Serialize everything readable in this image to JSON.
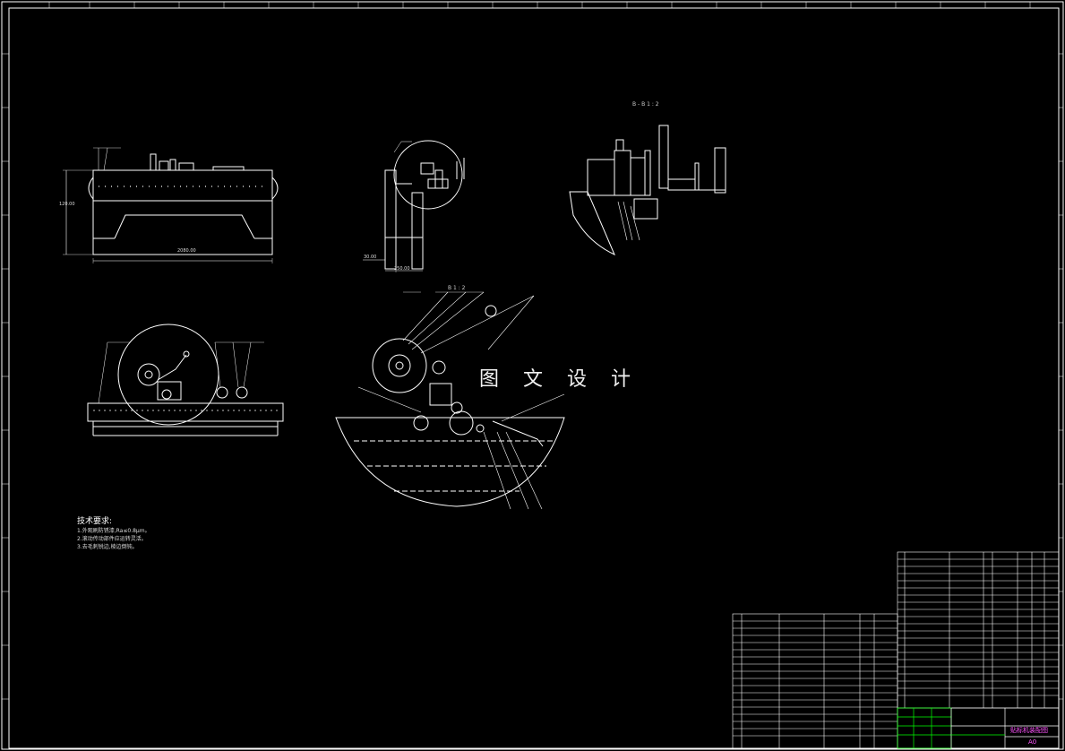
{
  "drawing": {
    "watermark": "图 文 设 计",
    "section_label_top": "B - B  1 : 2",
    "section_label_mid": "B  1 : 2",
    "tech_requirements": {
      "title": "技术要求:",
      "items": [
        "1.外观刷防锈漆,Ra≤0.8μm。",
        "2.滚动传动部件应运转灵活。",
        "3.去毛刺锐边,棱边倒钝。"
      ]
    },
    "dimensions": {
      "front_height": "120.00",
      "front_length": "2080.00",
      "side_height": "30.00",
      "side_width": "250.00"
    },
    "title_block": {
      "title": "贴标机装配图",
      "scale": "A0"
    },
    "colors": {
      "background": "#000000",
      "lines": "#ffffff",
      "title_block_accent": "#00ff00",
      "title_text": "#ff55ff"
    }
  }
}
